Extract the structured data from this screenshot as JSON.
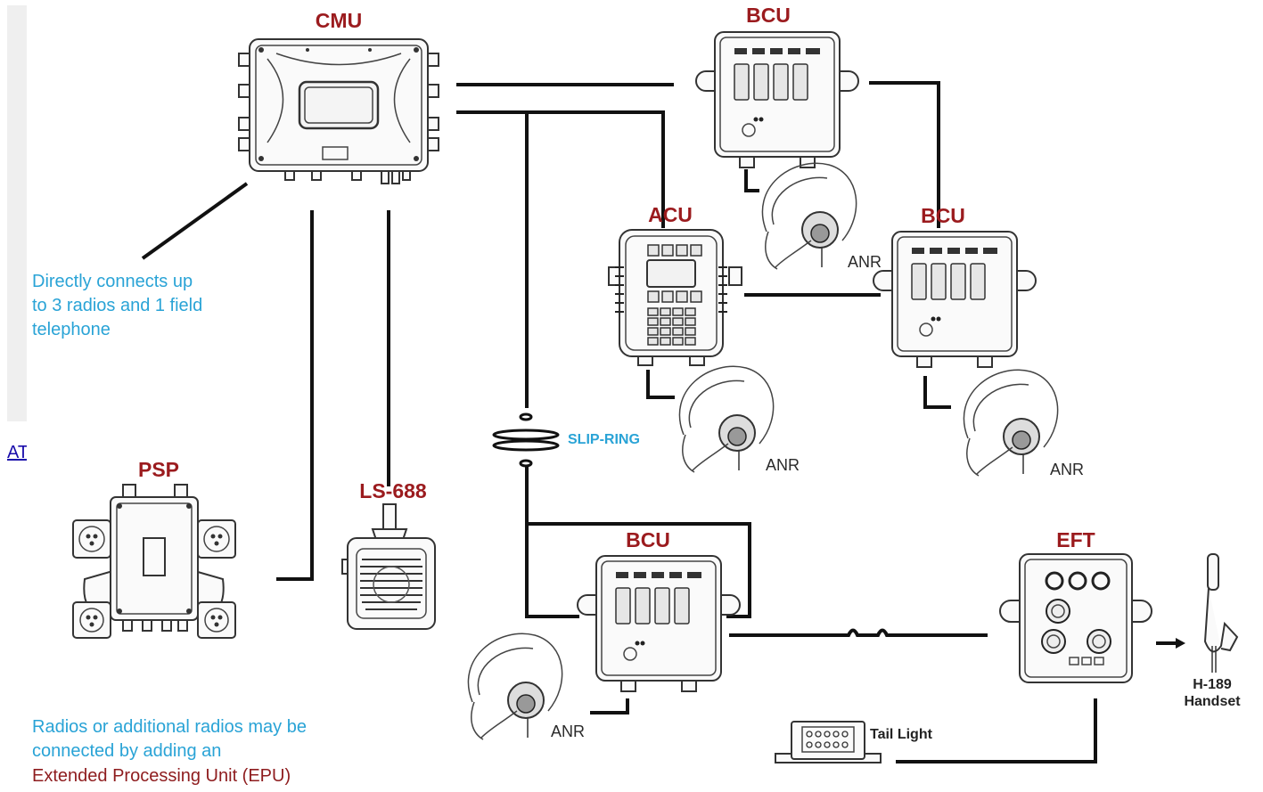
{
  "link_text": "AT",
  "devices": {
    "cmu": "CMU",
    "bcu_top": "BCU",
    "acu": "ACU",
    "bcu_right": "BCU",
    "psp": "PSP",
    "ls688": "LS-688",
    "bcu_bottom": "BCU",
    "eft": "EFT"
  },
  "labels": {
    "anr": "ANR",
    "slip_ring": "SLIP-RING",
    "tail_light": "Tail Light",
    "handset_line1": "H-189",
    "handset_line2": "Handset"
  },
  "notes": {
    "direct_line1": "Directly connects up",
    "direct_line2": "to 3 radios and 1 field",
    "direct_line3": "telephone",
    "radios_line1": "Radios or additional radios may be",
    "radios_line2": "connected by adding an",
    "radios_line3": "Extended Processing Unit (EPU)"
  },
  "colors": {
    "title": "#9b1b1e",
    "note_blue": "#29a3d6",
    "note_red": "#8e1c1e",
    "wire": "#111111"
  }
}
